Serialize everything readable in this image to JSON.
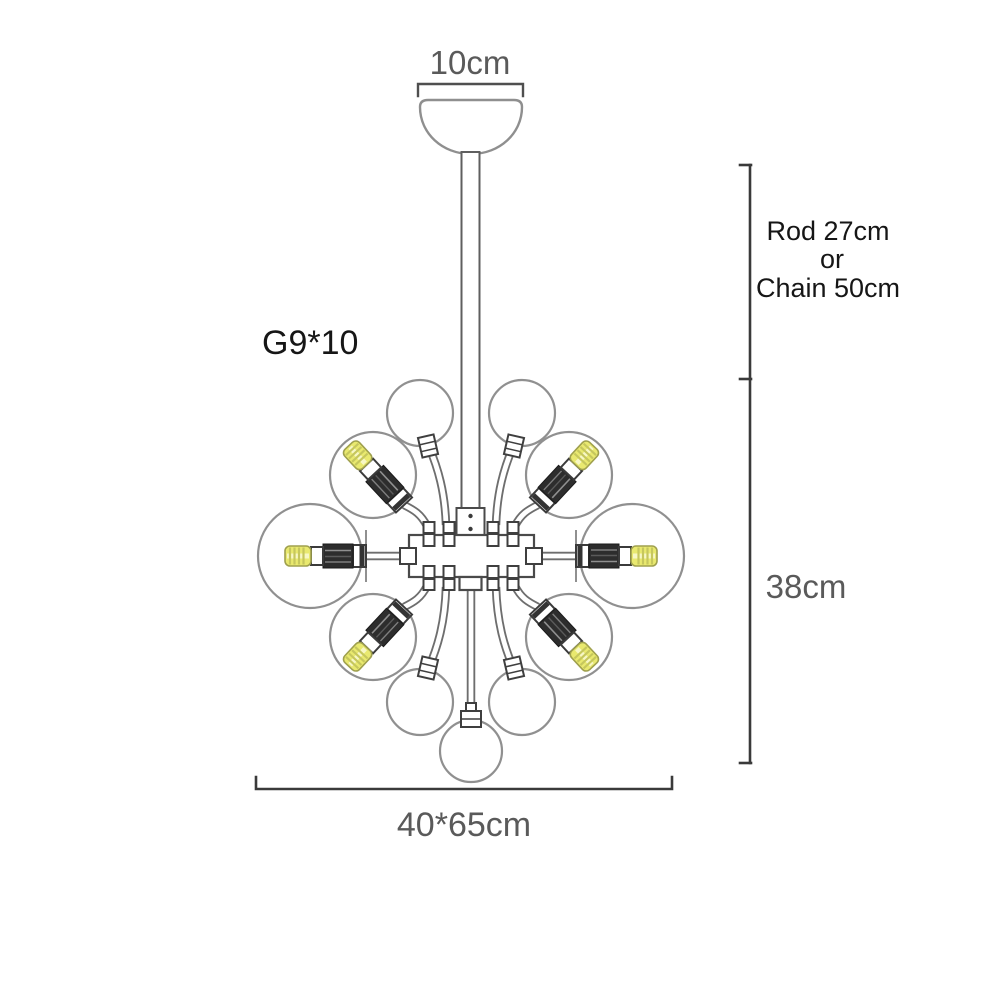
{
  "diagram": {
    "type": "chandelier-dimension-diagram",
    "labels": {
      "canopy_width": "10cm",
      "bulb_spec": "G9*10",
      "drop_line1": "Rod 27cm",
      "drop_line2": "or",
      "drop_line3": "Chain 50cm",
      "body_height": "38cm",
      "body_size": "40*65cm"
    },
    "colors": {
      "background": "#ffffff",
      "outline_gray": "#909090",
      "dimension_line": "#3a3a3a",
      "text_gray": "#5a5a5a",
      "text_black": "#161616",
      "bulb_yellow": "#e9e96f",
      "socket_dark": "#2d2d2d"
    }
  }
}
